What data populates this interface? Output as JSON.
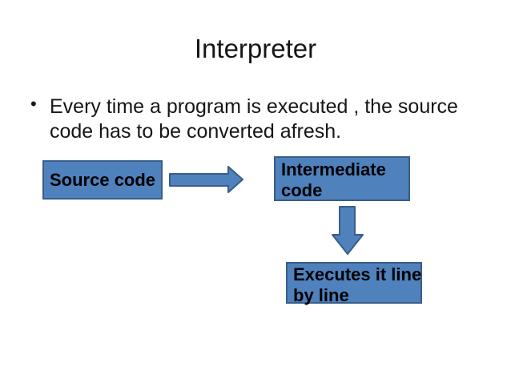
{
  "slide": {
    "title": "Interpreter",
    "bullet": {
      "marker": "•",
      "lines": [
        "Every time a program is executed , the source",
        "code has to be converted afresh."
      ]
    }
  },
  "diagram": {
    "source_box": {
      "lines": [
        "Source code"
      ]
    },
    "intermediate_box": {
      "lines": [
        "Intermediate",
        "code"
      ]
    },
    "executes_box": {
      "lines": [
        "Executes it line",
        "by line"
      ]
    },
    "colors": {
      "shape_fill": "#4f81bd",
      "shape_border": "#385d8a",
      "text": "#000000",
      "background": "#ffffff"
    }
  }
}
